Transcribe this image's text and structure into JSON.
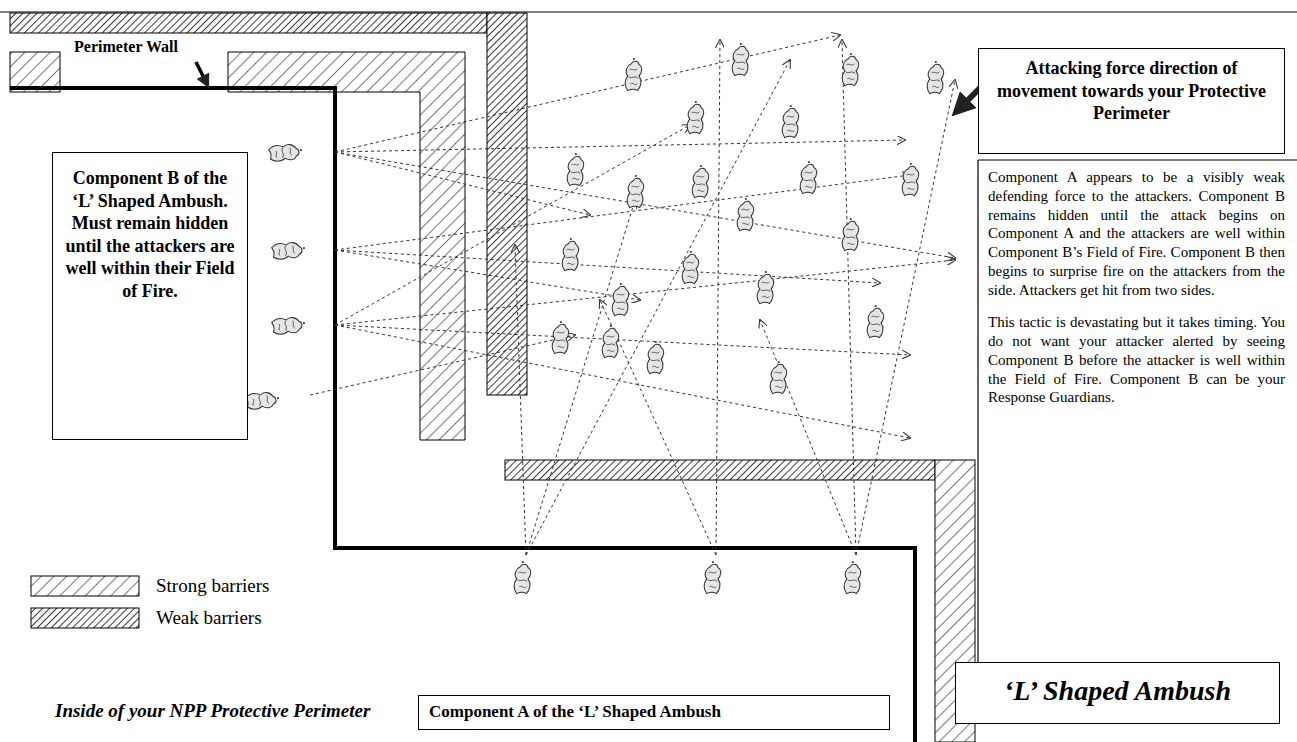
{
  "diagram": {
    "nodes": [
      {
        "text": [
          "Component B of the ‘L’ Shaped Ambush. Must remain hidden until the attackers are well within their Field of Fire."
        ]
      },
      {
        "text": [
          "Attacking force direction of movement towards your Protective Perimeter"
        ]
      },
      {
        "text": [
          "Component A appears to be a visibly weak defending force to the attackers. Component B remains hidden until the attack begins on Component A and the attackers are well within Component B’s Field of Fire. Component B then begins to surprise fire on the attackers from the side. Attackers get hit from two sides.",
          "This tactic is devastating but it takes timing. You do not want your attacker alerted by seeing Component B before the attacker is well within the Field of Fire. Component B can be your Response Guardians."
        ]
      },
      {
        "text": [
          "Component A of the ‘L’ Shaped Ambush"
        ]
      },
      {
        "text": [
          "‘L’ Shaped Ambush"
        ]
      }
    ],
    "edges": [],
    "labels": [
      "Perimeter Wall",
      "Inside of your NPP Protective Perimeter"
    ],
    "legend": [
      {
        "text": "Strong barriers"
      },
      {
        "text": "Weak barriers"
      }
    ]
  }
}
